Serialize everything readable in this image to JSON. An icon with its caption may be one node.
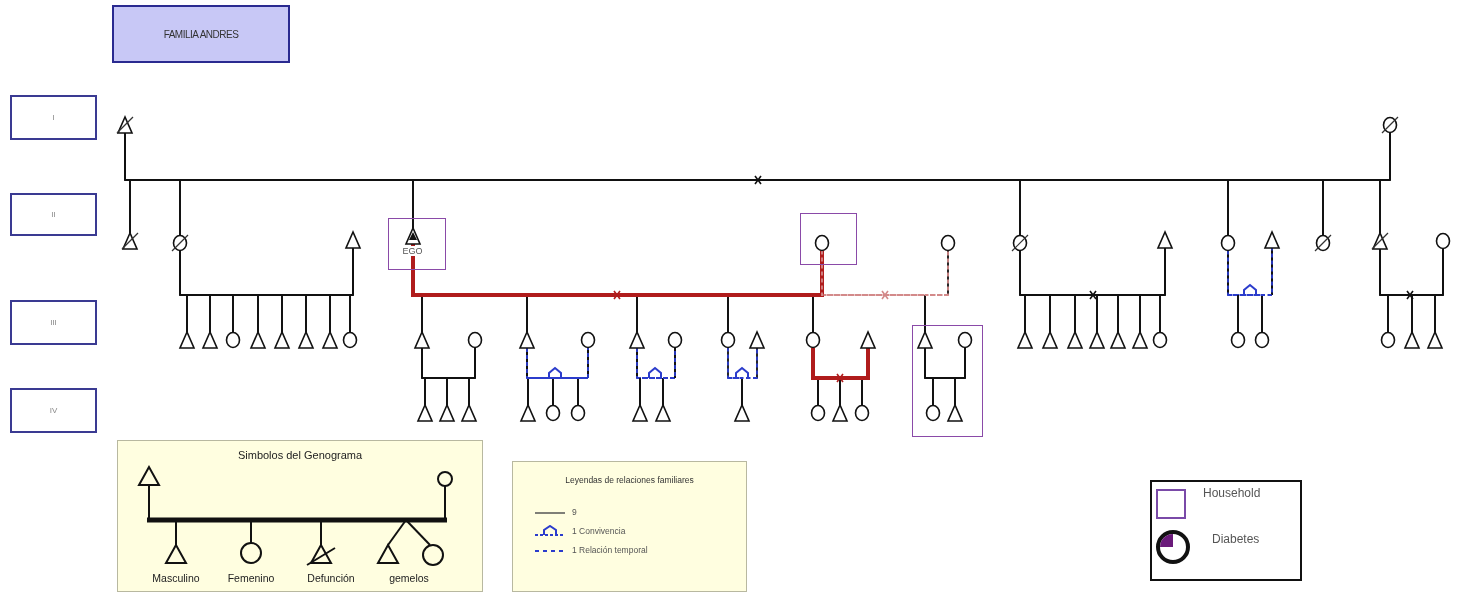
{
  "diagram": {
    "nodes": [
      {
        "text": [
          "FAMILIA ANDRES"
        ]
      },
      {
        "text": [
          "I"
        ]
      },
      {
        "text": [
          "II"
        ]
      },
      {
        "text": [
          "III"
        ]
      },
      {
        "text": [
          "IV"
        ]
      },
      {
        "text": [],
        "shape": "triangle"
      },
      {
        "text": [],
        "shape": "circle"
      },
      {
        "text": [],
        "shape": "triangle"
      },
      {
        "text": [],
        "shape": "circle"
      },
      {
        "text": [],
        "shape": "triangle"
      },
      {
        "text": [],
        "shape": "box"
      },
      {
        "text": [],
        "shape": "triangle",
        "in": 10,
        "beside": [
          "EGO"
        ]
      },
      {
        "text": [],
        "shape": "box"
      },
      {
        "text": [],
        "shape": "circle",
        "in": 12
      },
      {
        "text": [],
        "shape": "circle"
      },
      {
        "text": [],
        "shape": "circle"
      },
      {
        "text": [],
        "shape": "triangle"
      },
      {
        "text": [],
        "shape": "circle"
      },
      {
        "text": [],
        "shape": "triangle"
      },
      {
        "text": [],
        "shape": "circle"
      },
      {
        "text": [],
        "shape": "triangle"
      },
      {
        "text": [],
        "shape": "circle"
      },
      {
        "text": [],
        "shape": "triangle"
      },
      {
        "text": [],
        "shape": "triangle"
      },
      {
        "text": [],
        "shape": "circle"
      },
      {
        "text": [],
        "shape": "triangle"
      },
      {
        "text": [],
        "shape": "triangle"
      },
      {
        "text": [],
        "shape": "triangle"
      },
      {
        "text": [],
        "shape": "triangle"
      },
      {
        "text": [],
        "shape": "circle"
      },
      {
        "text": [],
        "shape": "triangle"
      },
      {
        "text": [],
        "shape": "circle"
      },
      {
        "text": [],
        "shape": "triangle"
      },
      {
        "text": [],
        "shape": "circle"
      },
      {
        "text": [],
        "shape": "triangle"
      },
      {
        "text": [],
        "shape": "circle"
      },
      {
        "text": [],
        "shape": "circle"
      },
      {
        "text": [],
        "shape": "triangle"
      },
      {
        "text": [],
        "shape": "circle"
      },
      {
        "text": [],
        "shape": "triangle"
      },
      {
        "text": [],
        "shape": "box"
      },
      {
        "text": [],
        "shape": "triangle",
        "in": 40
      },
      {
        "text": [],
        "shape": "circle",
        "in": 40
      },
      {
        "text": [],
        "shape": "triangle"
      },
      {
        "text": [],
        "shape": "triangle"
      },
      {
        "text": [],
        "shape": "triangle"
      },
      {
        "text": [],
        "shape": "triangle"
      },
      {
        "text": [],
        "shape": "triangle"
      },
      {
        "text": [],
        "shape": "triangle"
      },
      {
        "text": [],
        "shape": "circle"
      },
      {
        "text": [],
        "shape": "circle"
      },
      {
        "text": [],
        "shape": "circle"
      },
      {
        "text": [],
        "shape": "circle"
      },
      {
        "text": [],
        "shape": "triangle"
      },
      {
        "text": [],
        "shape": "triangle"
      },
      {
        "text": [],
        "shape": "triangle"
      },
      {
        "text": [],
        "shape": "triangle"
      },
      {
        "text": [],
        "shape": "triangle"
      },
      {
        "text": [],
        "shape": "triangle"
      },
      {
        "text": [],
        "shape": "circle"
      },
      {
        "text": [],
        "shape": "circle"
      },
      {
        "text": [],
        "shape": "triangle"
      },
      {
        "text": [],
        "shape": "triangle"
      },
      {
        "text": [],
        "shape": "triangle"
      },
      {
        "text": [],
        "shape": "circle"
      },
      {
        "text": [],
        "shape": "triangle"
      },
      {
        "text": [],
        "shape": "circle"
      },
      {
        "text": [],
        "shape": "circle",
        "in": 40
      },
      {
        "text": [],
        "shape": "triangle",
        "in": 40
      },
      {
        "text": [
          "Simbolos del Genograma",
          "Masculino",
          "Femenino",
          "Defunción",
          "gemelos"
        ]
      },
      {
        "text": [
          "Leyendas de relaciones familiares"
        ]
      }
    ],
    "edges": [
      {
        "from": 5,
        "to": 6,
        "arrow": "none"
      },
      {
        "from": 8,
        "to": 9,
        "arrow": "none"
      },
      {
        "from": 11,
        "to": 13,
        "arrow": "none",
        "style": "thick",
        "color": "#b01c1c"
      },
      {
        "from": 13,
        "to": 14,
        "arrow": "none",
        "style": "dashed",
        "color": "#d38a8a"
      },
      {
        "from": 15,
        "to": 16,
        "arrow": "none"
      },
      {
        "from": 17,
        "to": 18,
        "arrow": "none",
        "style": "dashed",
        "color": "#2b3ccc"
      },
      {
        "from": 20,
        "to": 21,
        "arrow": "none"
      },
      {
        "from": 30,
        "to": 31,
        "arrow": "none"
      },
      {
        "from": 32,
        "to": 33,
        "arrow": "none",
        "style": "dashed",
        "color": "#2b3ccc"
      },
      {
        "from": 34,
        "to": 35,
        "arrow": "none",
        "style": "dashed",
        "color": "#2b3ccc"
      },
      {
        "from": 36,
        "to": 37,
        "arrow": "none",
        "style": "dashed",
        "color": "#2b3ccc"
      },
      {
        "from": 38,
        "to": 39,
        "arrow": "none",
        "style": "thick",
        "color": "#b01c1c"
      },
      {
        "from": 41,
        "to": 42,
        "arrow": "none"
      },
      {
        "from": 5,
        "to": 7,
        "arrow": "none"
      },
      {
        "from": 6,
        "to": 7,
        "arrow": "none"
      },
      {
        "from": 5,
        "to": 8,
        "arrow": "none"
      },
      {
        "from": 6,
        "to": 8,
        "arrow": "none"
      },
      {
        "from": 5,
        "to": 11,
        "arrow": "none"
      },
      {
        "from": 6,
        "to": 11,
        "arrow": "none"
      },
      {
        "from": 5,
        "to": 15,
        "arrow": "none"
      },
      {
        "from": 6,
        "to": 15,
        "arrow": "none"
      },
      {
        "from": 5,
        "to": 17,
        "arrow": "none"
      },
      {
        "from": 6,
        "to": 17,
        "arrow": "none"
      },
      {
        "from": 5,
        "to": 19,
        "arrow": "none"
      },
      {
        "from": 6,
        "to": 19,
        "arrow": "none"
      },
      {
        "from": 5,
        "to": 20,
        "arrow": "none"
      },
      {
        "from": 6,
        "to": 20,
        "arrow": "none"
      },
      {
        "from": 8,
        "to": 22,
        "arrow": "none"
      },
      {
        "from": 9,
        "to": 22,
        "arrow": "none"
      },
      {
        "from": 8,
        "to": 23,
        "arrow": "none"
      },
      {
        "from": 9,
        "to": 23,
        "arrow": "none"
      },
      {
        "from": 8,
        "to": 24,
        "arrow": "none"
      },
      {
        "from": 9,
        "to": 24,
        "arrow": "none"
      },
      {
        "from": 8,
        "to": 25,
        "arrow": "none"
      },
      {
        "from": 9,
        "to": 25,
        "arrow": "none"
      },
      {
        "from": 8,
        "to": 26,
        "arrow": "none"
      },
      {
        "from": 9,
        "to": 26,
        "arrow": "none"
      },
      {
        "from": 8,
        "to": 27,
        "arrow": "none"
      },
      {
        "from": 9,
        "to": 27,
        "arrow": "none"
      },
      {
        "from": 8,
        "to": 28,
        "arrow": "none"
      },
      {
        "from": 9,
        "to": 28,
        "arrow": "none"
      },
      {
        "from": 8,
        "to": 29,
        "arrow": "none"
      },
      {
        "from": 9,
        "to": 29,
        "arrow": "none"
      },
      {
        "from": 11,
        "to": 30,
        "arrow": "none"
      },
      {
        "from": 13,
        "to": 30,
        "arrow": "none"
      },
      {
        "from": 11,
        "to": 32,
        "arrow": "none"
      },
      {
        "from": 13,
        "to": 32,
        "arrow": "none"
      },
      {
        "from": 11,
        "to": 34,
        "arrow": "none"
      },
      {
        "from": 13,
        "to": 34,
        "arrow": "none"
      },
      {
        "from": 11,
        "to": 36,
        "arrow": "none"
      },
      {
        "from": 13,
        "to": 36,
        "arrow": "none"
      },
      {
        "from": 11,
        "to": 38,
        "arrow": "none"
      },
      {
        "from": 13,
        "to": 38,
        "arrow": "none"
      },
      {
        "from": 13,
        "to": 41,
        "arrow": "none"
      },
      {
        "from": 14,
        "to": 41,
        "arrow": "none"
      },
      {
        "from": 15,
        "to": 43,
        "arrow": "none"
      },
      {
        "from": 16,
        "to": 43,
        "arrow": "none"
      },
      {
        "from": 15,
        "to": 44,
        "arrow": "none"
      },
      {
        "from": 16,
        "to": 44,
        "arrow": "none"
      },
      {
        "from": 15,
        "to": 45,
        "arrow": "none"
      },
      {
        "from": 16,
        "to": 45,
        "arrow": "none"
      },
      {
        "from": 15,
        "to": 46,
        "arrow": "none"
      },
      {
        "from": 16,
        "to": 46,
        "arrow": "none"
      },
      {
        "from": 15,
        "to": 47,
        "arrow": "none"
      },
      {
        "from": 16,
        "to": 47,
        "arrow": "none"
      },
      {
        "from": 15,
        "to": 48,
        "arrow": "none"
      },
      {
        "from": 16,
        "to": 48,
        "arrow": "none"
      },
      {
        "from": 15,
        "to": 49,
        "arrow": "none"
      },
      {
        "from": 16,
        "to": 49,
        "arrow": "none"
      },
      {
        "from": 17,
        "to": 50,
        "arrow": "none"
      },
      {
        "from": 18,
        "to": 50,
        "arrow": "none"
      },
      {
        "from": 17,
        "to": 51,
        "arrow": "none"
      },
      {
        "from": 18,
        "to": 51,
        "arrow": "none"
      },
      {
        "from": 20,
        "to": 52,
        "arrow": "none"
      },
      {
        "from": 21,
        "to": 52,
        "arrow": "none"
      },
      {
        "from": 20,
        "to": 53,
        "arrow": "none"
      },
      {
        "from": 21,
        "to": 53,
        "arrow": "none"
      },
      {
        "from": 20,
        "to": 54,
        "arrow": "none"
      },
      {
        "from": 21,
        "to": 54,
        "arrow": "none"
      },
      {
        "from": 30,
        "to": 55,
        "arrow": "none"
      },
      {
        "from": 31,
        "to": 55,
        "arrow": "none"
      },
      {
        "from": 30,
        "to": 56,
        "arrow": "none"
      },
      {
        "from": 31,
        "to": 56,
        "arrow": "none"
      },
      {
        "from": 30,
        "to": 57,
        "arrow": "none"
      },
      {
        "from": 31,
        "to": 57,
        "arrow": "none"
      },
      {
        "from": 32,
        "to": 58,
        "arrow": "none"
      },
      {
        "from": 33,
        "to": 58,
        "arrow": "none"
      },
      {
        "from": 32,
        "to": 59,
        "arrow": "none"
      },
      {
        "from": 33,
        "to": 59,
        "arrow": "none"
      },
      {
        "from": 32,
        "to": 60,
        "arrow": "none"
      },
      {
        "from": 33,
        "to": 60,
        "arrow": "none"
      },
      {
        "from": 34,
        "to": 61,
        "arrow": "none"
      },
      {
        "from": 35,
        "to": 61,
        "arrow": "none"
      },
      {
        "from": 34,
        "to": 62,
        "arrow": "none"
      },
      {
        "from": 35,
        "to": 62,
        "arrow": "none"
      },
      {
        "from": 36,
        "to": 63,
        "arrow": "none"
      },
      {
        "from": 37,
        "to": 63,
        "arrow": "none"
      },
      {
        "from": 38,
        "to": 64,
        "arrow": "none"
      },
      {
        "from": 39,
        "to": 64,
        "arrow": "none"
      },
      {
        "from": 38,
        "to": 65,
        "arrow": "none"
      },
      {
        "from": 39,
        "to": 65,
        "arrow": "none"
      },
      {
        "from": 38,
        "to": 66,
        "arrow": "none"
      },
      {
        "from": 39,
        "to": 66,
        "arrow": "none"
      },
      {
        "from": 41,
        "to": 67,
        "arrow": "none"
      },
      {
        "from": 42,
        "to": 67,
        "arrow": "none"
      },
      {
        "from": 41,
        "to": 68,
        "arrow": "none"
      },
      {
        "from": 42,
        "to": 68,
        "arrow": "none"
      }
    ],
    "legend": [
      {
        "text": "9"
      },
      {
        "text": "1 Convivencia"
      },
      {
        "text": "1 Relación temporal"
      },
      {
        "text": "Household"
      },
      {
        "text": "Diabetes"
      }
    ]
  }
}
